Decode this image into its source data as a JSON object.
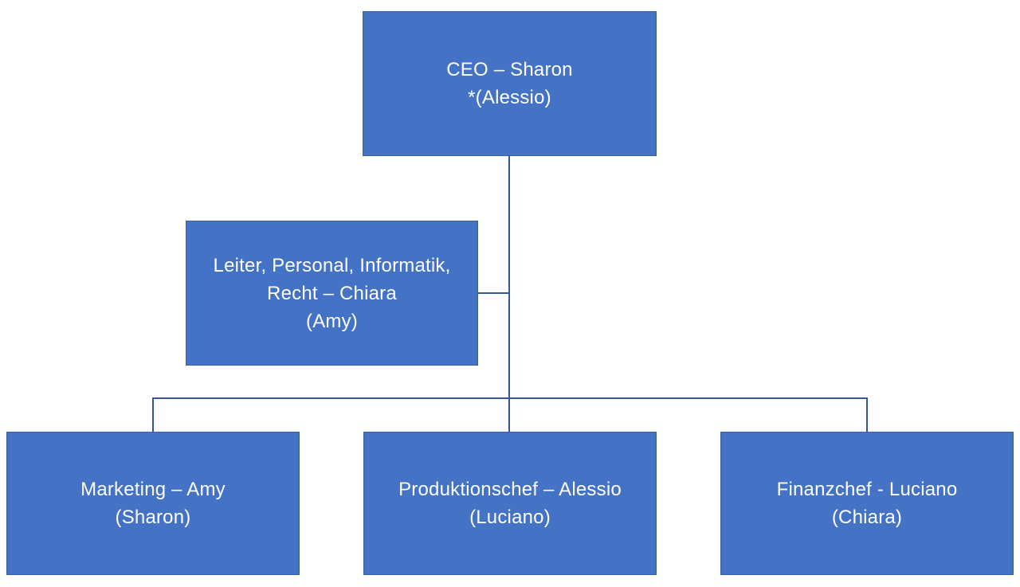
{
  "diagram": {
    "type": "org-chart",
    "colors": {
      "node_fill": "#4472C4",
      "node_border": "#3B5EA9",
      "connector": "#35579E",
      "text": "#FFFFFF",
      "background": "#FFFFFF"
    }
  },
  "nodes": {
    "ceo": {
      "text": "CEO – Sharon\n*(Alessio)"
    },
    "staff": {
      "text": "Leiter, Personal, Informatik,\nRecht – Chiara\n(Amy)"
    },
    "marketing": {
      "text": "Marketing – Amy\n(Sharon)"
    },
    "production": {
      "text": "Produktionschef – Alessio\n(Luciano)"
    },
    "finance": {
      "text": "Finanzchef - Luciano\n(Chiara)"
    }
  },
  "structure": {
    "root": "ceo",
    "staff_attached_to": "ceo",
    "children_of_root": [
      "marketing",
      "production",
      "finance"
    ]
  }
}
